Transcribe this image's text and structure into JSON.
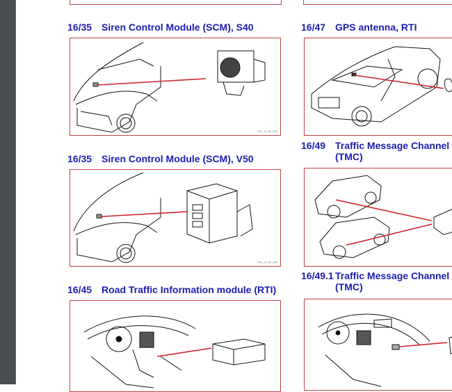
{
  "sections": [
    {
      "number": "16/35",
      "title": "Siren Control Module (SCM), S40",
      "figure_code": "P04_16-35_S40"
    },
    {
      "number": "16/35",
      "title": "Siren Control Module (SCM), V50",
      "figure_code": "P04_16-35_V50"
    },
    {
      "number": "16/45",
      "title": "Road Traffic Information module (RTI)"
    },
    {
      "number": "16/47",
      "title": "GPS antenna, RTI"
    },
    {
      "number": "16/49",
      "title": "Traffic Message Channel",
      "title2": "(TMC)"
    },
    {
      "number": "16/49.1",
      "title": "Traffic Message Channel",
      "title2": "(TMC)"
    }
  ],
  "colors": {
    "heading": "#1c1cae",
    "frame": "#c0444a",
    "leader": "#d0202a",
    "sidebar": "#4b4e51"
  }
}
